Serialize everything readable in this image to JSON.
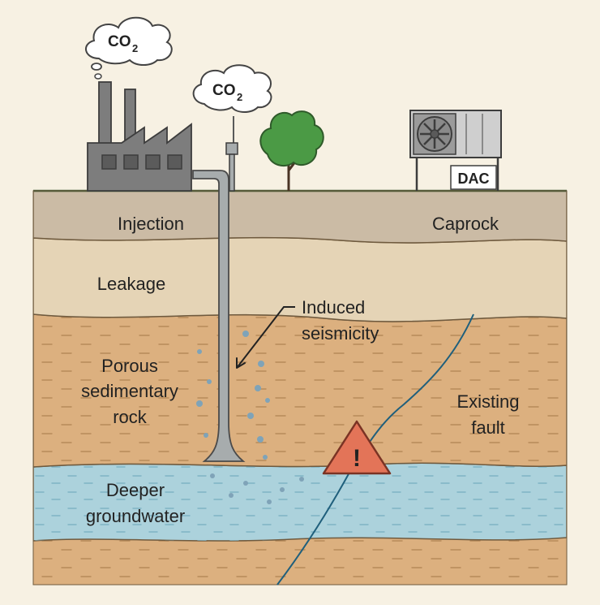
{
  "emissions": {
    "co2_label": "CO",
    "co2_subscript": "2"
  },
  "dac": {
    "label": "DAC"
  },
  "layers": {
    "injection": "Injection",
    "caprock": "Caprock",
    "leakage": "Leakage",
    "porous_rock": [
      "Porous",
      "sedimentary",
      "rock"
    ],
    "groundwater": [
      "Deeper",
      "groundwater"
    ]
  },
  "callouts": {
    "induced_seismicity": [
      "Induced",
      "seismicity"
    ],
    "existing_fault": [
      "Existing",
      "fault"
    ],
    "warning_symbol": "!"
  },
  "colors": {
    "sky": "#f7f1e3",
    "caprock": "#cbbba5",
    "leakage": "#e5d4b6",
    "porous": "#dcb07f",
    "groundwater": "#acd2dc",
    "bottom": "#dcb07f",
    "factory": "#7d7d7d",
    "tree": "#4b9a45",
    "warning": "#e37458",
    "fault": "#1f5f7c"
  }
}
